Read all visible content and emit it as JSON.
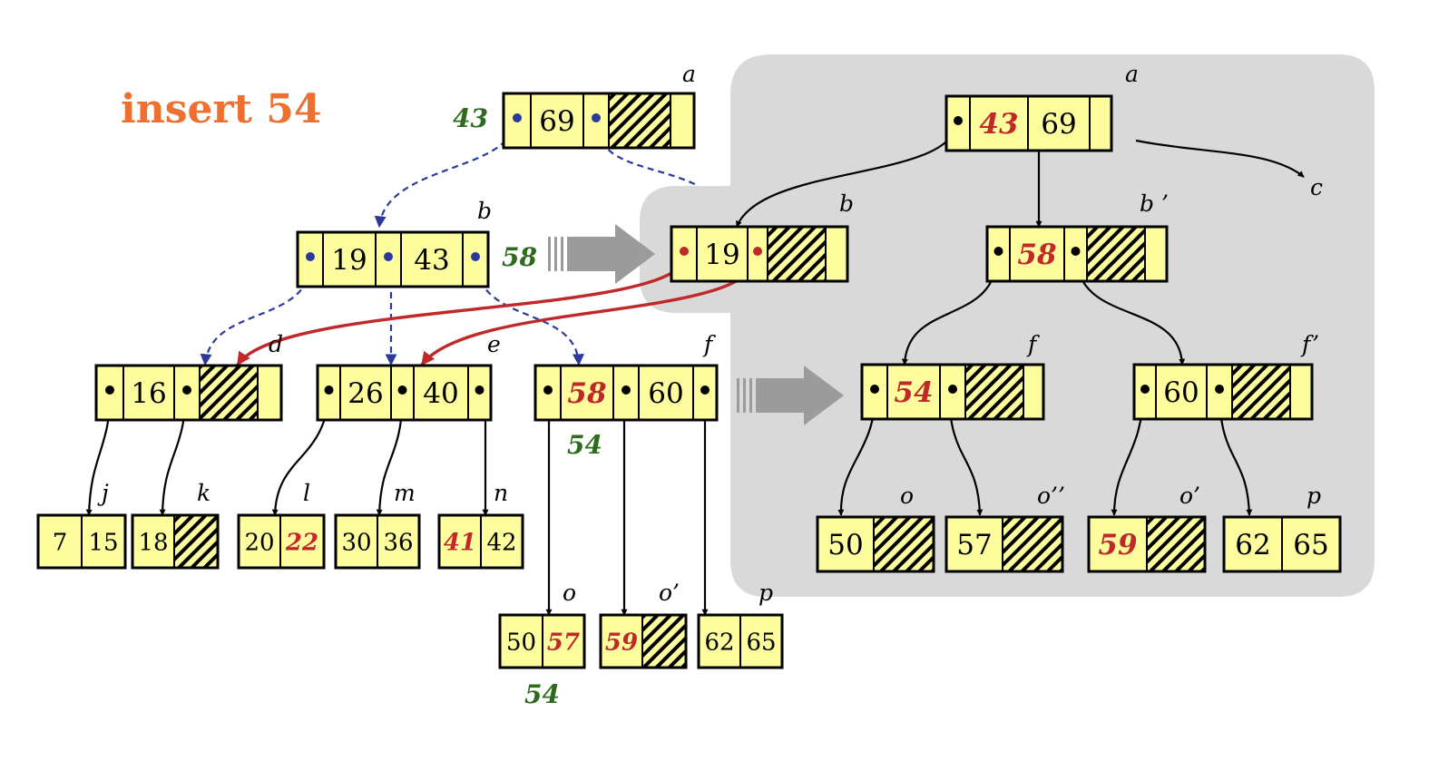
{
  "title": "insert  54",
  "labels": {
    "a_left": "a",
    "b_left": "b",
    "d": "d",
    "e": "e",
    "f_left": "f",
    "j": "j",
    "k": "k",
    "l": "l",
    "m": "m",
    "n": "n",
    "o_left": "o",
    "o1_left": "o’",
    "p_left": "p",
    "a_right": "a",
    "b_right": "b",
    "b2": "b ’",
    "c": "c",
    "f_right": "f",
    "f2": "f’",
    "o_right": "o",
    "o2": "o’’",
    "o1_right": "o’",
    "p_right": "p"
  },
  "promoted": {
    "to_a": "43",
    "to_b": "58",
    "to_f": "54",
    "to_o": "54"
  },
  "left_tree": {
    "a": [
      "69"
    ],
    "b": [
      "19",
      "43"
    ],
    "d": [
      "16"
    ],
    "e": [
      "26",
      "40"
    ],
    "f": [
      "58",
      "60"
    ],
    "j": [
      "7",
      "15"
    ],
    "k": [
      "18"
    ],
    "l": [
      "20",
      "22"
    ],
    "m": [
      "30",
      "36"
    ],
    "n": [
      "41",
      "42"
    ],
    "o": [
      "50",
      "57"
    ],
    "o1": [
      "59"
    ],
    "p": [
      "62",
      "65"
    ]
  },
  "right_tree": {
    "a": [
      "43",
      "69"
    ],
    "b": [
      "19"
    ],
    "b2": [
      "58"
    ],
    "f": [
      "54"
    ],
    "f2": [
      "60"
    ],
    "o": [
      "50"
    ],
    "o2": [
      "57"
    ],
    "o1": [
      "59"
    ],
    "p": [
      "62",
      "65"
    ]
  },
  "colors": {
    "cell": "#fdfd9e",
    "highlight_key": "#c0282a",
    "promoted_key": "#2e6b1e",
    "title": "#ee7030",
    "dashed_pointer": "#2b3a9a",
    "panel": "#d9d9d9",
    "arrow": "#9b9b9b"
  }
}
